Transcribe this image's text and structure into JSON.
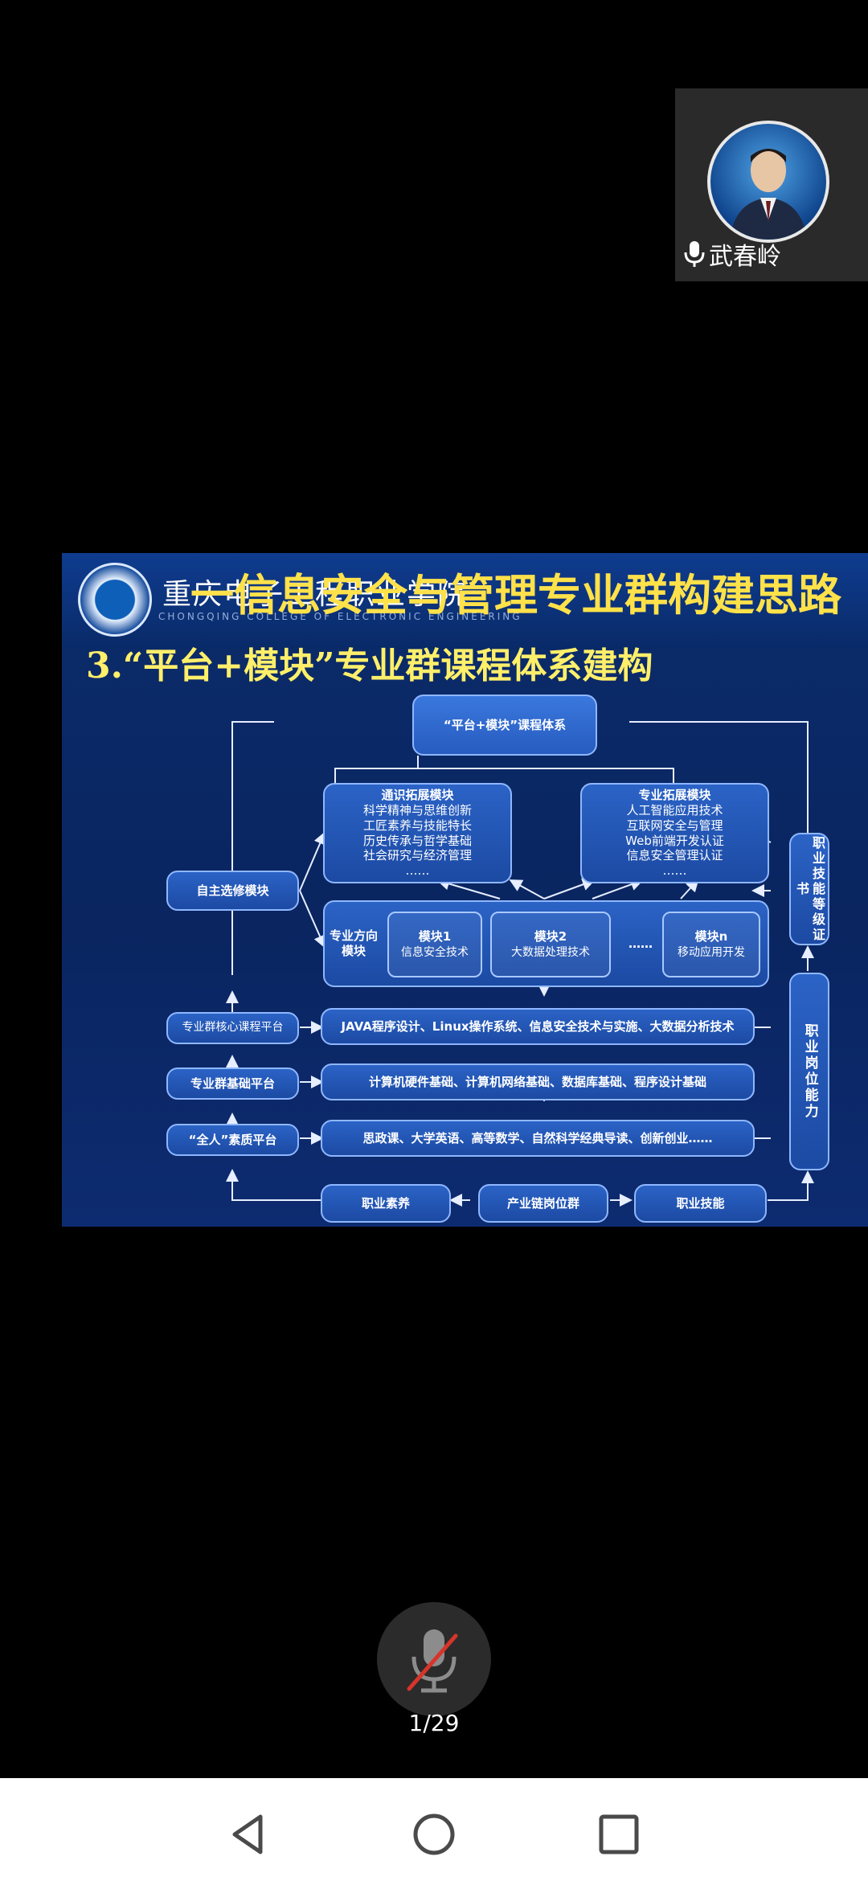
{
  "speaker": {
    "name": "武春岭"
  },
  "slide": {
    "school_name": "重庆电子工程职业学院",
    "school_name_en": "CHONGQING COLLEGE OF ELECTRONIC ENGINEERING",
    "title": "一信息安全与管理专业群构建思路",
    "subtitle": "3.“平台+模块”专业群课程体系建构",
    "diagram": {
      "top": "“平台+模块”课程体系",
      "general_module": {
        "heading": "通识拓展模块",
        "lines": [
          "科学精神与思维创新",
          "工匠素养与技能特长",
          "历史传承与哲学基础",
          "社会研究与经济管理",
          "……"
        ]
      },
      "professional_module": {
        "heading": "专业拓展模块",
        "lines": [
          "人工智能应用技术",
          "互联网安全与管理",
          "Web前端开发认证",
          "信息安全管理认证",
          "……"
        ]
      },
      "elective": "自主选修模块",
      "cert": "职业技能等级证书",
      "direction_label": "专业方向模块",
      "modules": [
        {
          "name": "模块1",
          "desc": "信息安全技术"
        },
        {
          "name": "模块2",
          "desc": "大数据处理技术"
        },
        {
          "name": "……",
          "desc": ""
        },
        {
          "name": "模块n",
          "desc": "移动应用开发"
        }
      ],
      "core_platform": "专业群核心课程平台",
      "core_courses": "JAVA程序设计、Linux操作系统、信息安全技术与实施、大数据分析技术",
      "basic_platform": "专业群基础平台",
      "basic_courses": "计算机硬件基础、计算机网络基础、数据库基础、程序设计基础",
      "quality_platform": "“全人”素质平台",
      "quality_courses": "思政课、大学英语、高等数学、自然科学经典导读、创新创业……",
      "position_ability": "职业岗位能力",
      "bottom": [
        "职业素养",
        "产业链岗位群",
        "职业技能"
      ]
    }
  },
  "page_indicator": "1/29",
  "icons": {
    "mic": "mic-icon",
    "mic_muted": "mic-muted-icon"
  },
  "colors": {
    "slide_bg": "#0b2c6b",
    "title_yellow": "#ffe14a",
    "box_blue": "#2b63c6"
  }
}
